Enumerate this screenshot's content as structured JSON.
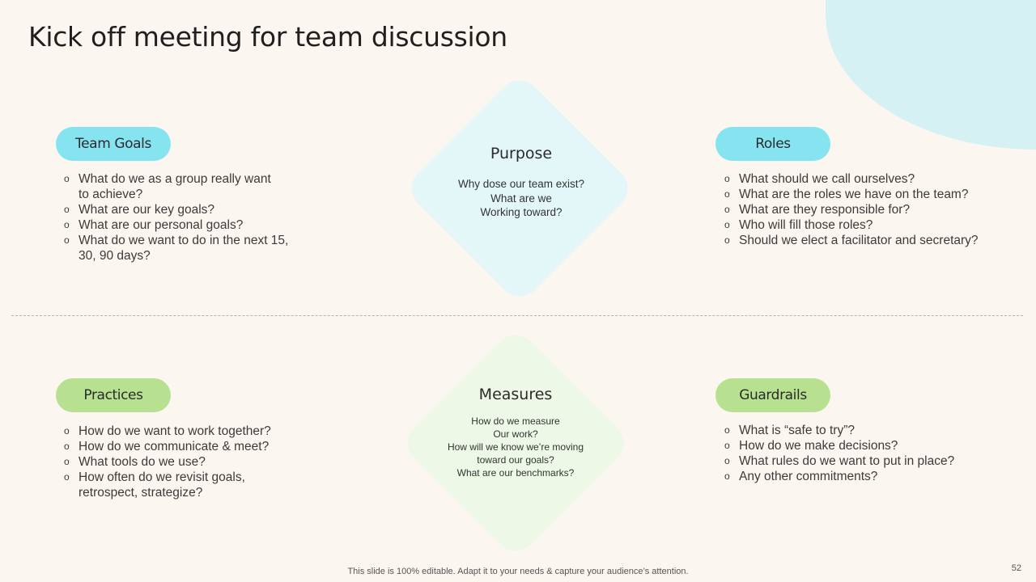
{
  "slide": {
    "title": "Kick off meeting for team discussion",
    "footer": "This slide is 100% editable. Adapt it to your needs & capture your audience’s attention.",
    "page_number": "52"
  },
  "bullet_marker": "o",
  "purpose": {
    "title": "Purpose",
    "lines": [
      "Why dose our team exist?",
      "What are we",
      "Working toward?"
    ]
  },
  "measures": {
    "title": "Measures",
    "lines": [
      "How do we measure",
      "Our work?",
      "How will we know we’re moving",
      "toward our goals?",
      "What are our benchmarks?"
    ]
  },
  "team_goals": {
    "label": "Team Goals",
    "items": [
      [
        "What do we as a group really want",
        "to achieve?"
      ],
      [
        "What are our key  goals?"
      ],
      [
        "What are our personal goals?"
      ],
      [
        "What do we want to do in the next  15,",
        "30, 90 days?"
      ]
    ]
  },
  "roles": {
    "label": "Roles",
    "items": [
      [
        "What should we call ourselves?"
      ],
      [
        "What are the roles we have on the team?"
      ],
      [
        "What are they  responsible for?"
      ],
      [
        "Who will fill those roles?"
      ],
      [
        "Should we elect a facilitator and secretary?"
      ]
    ]
  },
  "practices": {
    "label": "Practices",
    "items": [
      [
        "How do we want to work together?"
      ],
      [
        "How do we communicate  & meet?"
      ],
      [
        "What tools do we use?"
      ],
      [
        "How often do we revisit goals,",
        "retrospect, strategize?"
      ]
    ]
  },
  "guardrails": {
    "label": "Guardrails",
    "items": [
      [
        "What is “safe to try”?"
      ],
      [
        "How do we make decisions?"
      ],
      [
        "What rules do we want to put in place?"
      ],
      [
        "Any other commitments?"
      ]
    ]
  },
  "colors": {
    "background": "#fbf6f0",
    "blue_pill": "#86e4f0",
    "green_pill": "#b7e190",
    "blue_diamond": "#e4f7f8",
    "green_diamond": "#eef8e6",
    "corner_blob": "#d5f1f3"
  }
}
